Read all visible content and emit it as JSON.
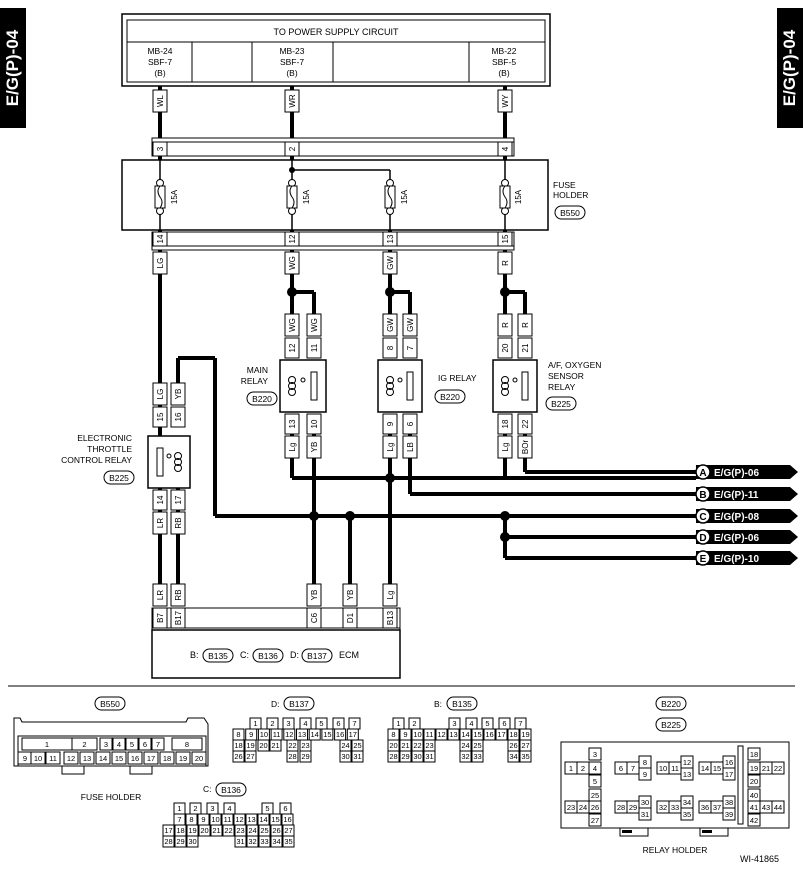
{
  "side_tab": "E/G(P)-04",
  "power_supply": {
    "title": "TO POWER SUPPLY CIRCUIT",
    "sources": [
      {
        "name": "MB-24",
        "fuse": "SBF-7",
        "conn": "(B)",
        "wire": "WL",
        "pin": "3"
      },
      {
        "name": "MB-23",
        "fuse": "SBF-7",
        "conn": "(B)",
        "wire": "WR",
        "pin": "2"
      },
      {
        "name": "MB-22",
        "fuse": "SBF-5",
        "conn": "(B)",
        "wire": "WY",
        "pin": "4"
      }
    ]
  },
  "fuse_holder": {
    "label_line1": "FUSE",
    "label_line2": "HOLDER",
    "connector": "B550",
    "fuse_rating": "15A",
    "out_pins": [
      "14",
      "12",
      "13",
      "15"
    ],
    "out_wires": [
      "LG",
      "WG",
      "GW",
      "R"
    ]
  },
  "relays": {
    "main": {
      "label_line1": "MAIN",
      "label_line2": "RELAY",
      "connector": "B220",
      "top_pins": [
        "12",
        "11"
      ],
      "top_wires": [
        "WG",
        "WG"
      ],
      "bot_pins": [
        "13",
        "10"
      ],
      "bot_wires": [
        "Lg",
        "YB"
      ]
    },
    "ig": {
      "label": "IG RELAY",
      "connector": "B220",
      "top_pins": [
        "8",
        "7"
      ],
      "top_wires": [
        "GW",
        "GW"
      ],
      "bot_pins": [
        "9",
        "6"
      ],
      "bot_wires": [
        "Lg",
        "LB"
      ]
    },
    "af": {
      "label_line1": "A/F, OXYGEN",
      "label_line2": "SENSOR",
      "label_line3": "RELAY",
      "connector": "B225",
      "top_pins": [
        "20",
        "21"
      ],
      "top_wires": [
        "R",
        "R"
      ],
      "bot_pins": [
        "18",
        "22"
      ],
      "bot_wires": [
        "Lg",
        "BOr"
      ]
    },
    "etc": {
      "label_line1": "ELECTRONIC",
      "label_line2": "THROTTLE",
      "label_line3": "CONTROL RELAY",
      "connector": "B225",
      "top_pins": [
        "15",
        "16"
      ],
      "top_wires": [
        "LG",
        "YB"
      ],
      "bot_pins": [
        "14",
        "17"
      ],
      "bot_wires": [
        "LR",
        "RB"
      ]
    }
  },
  "references": [
    {
      "letter": "A",
      "page": "E/G(P)-06"
    },
    {
      "letter": "B",
      "page": "E/G(P)-11"
    },
    {
      "letter": "C",
      "page": "E/G(P)-08"
    },
    {
      "letter": "D",
      "page": "E/G(P)-06"
    },
    {
      "letter": "E",
      "page": "E/G(P)-10"
    }
  ],
  "ecm": {
    "pins": [
      "B7",
      "B17",
      "C6",
      "D1",
      "B13"
    ],
    "wires": [
      "LR",
      "RB",
      "YB",
      "YB",
      "Lg"
    ],
    "label_b": "B:",
    "conn_b": "B135",
    "label_c": "C:",
    "conn_c": "B136",
    "label_d": "D:",
    "conn_d": "B137",
    "name": "ECM"
  },
  "connector_views": {
    "fuse_holder": {
      "connector": "B550",
      "caption": "FUSE HOLDER",
      "top_pins": [
        "1",
        "2",
        "3",
        "4",
        "5",
        "6",
        "7",
        "8"
      ],
      "bottom_pins": [
        "9",
        "10",
        "11",
        "12",
        "13",
        "14",
        "15",
        "16",
        "17",
        "18",
        "19",
        "20"
      ]
    },
    "b137": {
      "prefix": "D:",
      "connector": "B137",
      "rows": [
        [
          "1",
          "2",
          "3",
          "4",
          "5",
          "6",
          "7"
        ],
        [
          "8",
          "9",
          "10",
          "11",
          "12",
          "13",
          "14",
          "15",
          "16",
          "17"
        ],
        [
          "18",
          "19",
          "20",
          "21",
          "22",
          "23",
          "24",
          "25"
        ],
        [
          "26",
          "27",
          "28",
          "29",
          "30",
          "31"
        ]
      ]
    },
    "b135": {
      "prefix": "B:",
      "connector": "B135",
      "rows": [
        [
          "1",
          "2",
          "3",
          "4",
          "5",
          "6",
          "7"
        ],
        [
          "8",
          "9",
          "10",
          "11",
          "12",
          "13",
          "14",
          "15",
          "16",
          "17",
          "18",
          "19"
        ],
        [
          "20",
          "21",
          "22",
          "23",
          "24",
          "25",
          "26",
          "27"
        ],
        [
          "28",
          "29",
          "30",
          "31",
          "32",
          "33",
          "34",
          "35"
        ]
      ]
    },
    "b136": {
      "prefix": "C:",
      "connector": "B136",
      "rows": [
        [
          "1",
          "2",
          "3",
          "4",
          "5",
          "6"
        ],
        [
          "7",
          "8",
          "9",
          "10",
          "11",
          "12",
          "13",
          "14",
          "15",
          "16"
        ],
        [
          "17",
          "18",
          "19",
          "20",
          "21",
          "22",
          "23",
          "24",
          "25",
          "26",
          "27"
        ],
        [
          "28",
          "29",
          "30",
          "31",
          "32",
          "33",
          "34",
          "35"
        ]
      ]
    },
    "relay_holder": {
      "connectors": [
        "B220",
        "B225"
      ],
      "caption": "RELAY HOLDER",
      "pins": [
        "1",
        "2",
        "3",
        "4",
        "5",
        "6",
        "7",
        "8",
        "9",
        "10",
        "11",
        "12",
        "13",
        "14",
        "15",
        "16",
        "17",
        "18",
        "19",
        "20",
        "21",
        "22",
        "23",
        "24",
        "25",
        "26",
        "27",
        "28",
        "29",
        "30",
        "31",
        "32",
        "33",
        "34",
        "35",
        "36",
        "37",
        "38",
        "39",
        "40",
        "41",
        "42",
        "43",
        "44"
      ]
    }
  },
  "figure_id": "WI-41865"
}
